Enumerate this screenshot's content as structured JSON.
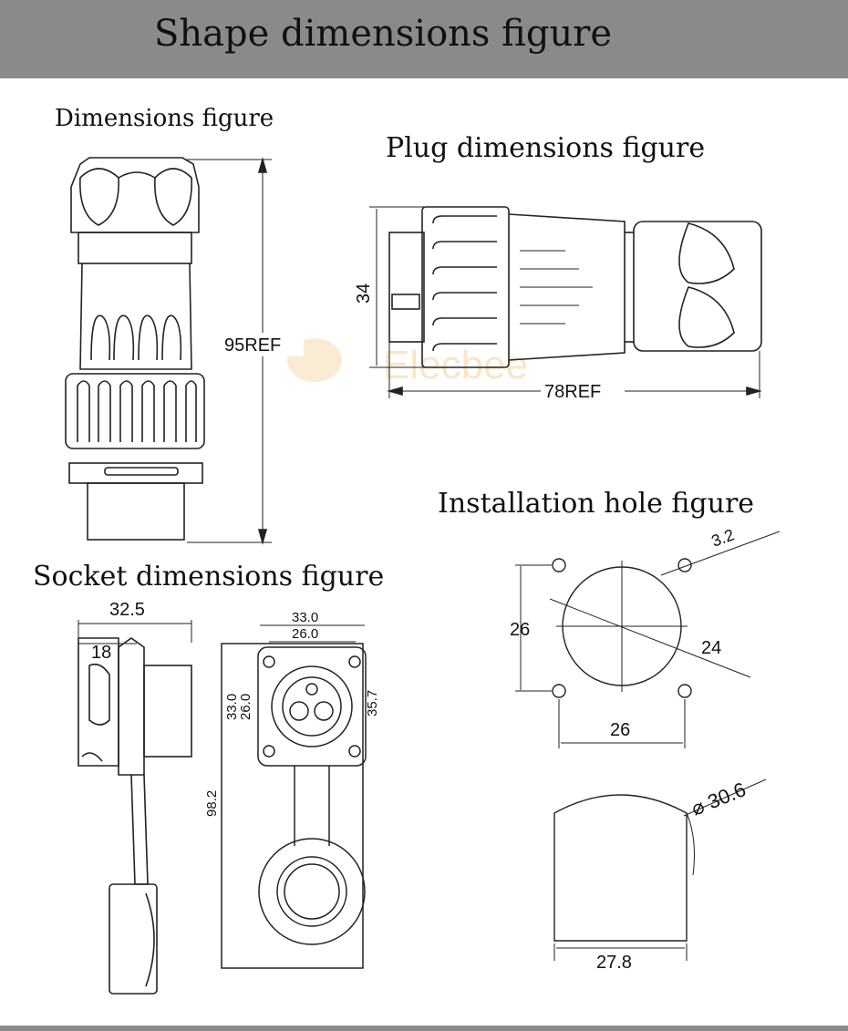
{
  "header": {
    "title": "Shape dimensions figure"
  },
  "sections": {
    "dimensions": "Dimensions figure",
    "plug": "Plug dimensions figure",
    "socket": "Socket dimensions figure",
    "installation": "Installation hole figure"
  },
  "dimensions_figure": {
    "height_label": "95REF"
  },
  "plug_figure": {
    "height_label": "34",
    "length_label": "78REF"
  },
  "socket_figure": {
    "width_label": "32.5",
    "flange_label": "18",
    "top_outer_label": "33.0",
    "top_inner_label": "26.0",
    "left_outer_label": "33.0",
    "left_inner_label": "26.0",
    "right_label": "35.7",
    "height_label": "98.2"
  },
  "installation_figure": {
    "hole_label": "3.2",
    "vertical_label": "26",
    "diameter_label": "24",
    "horizontal_label": "26",
    "cutout_diameter_label": "⌀ 30.6",
    "cutout_width_label": "27.8"
  },
  "watermark": "Elecbee",
  "colors": {
    "header_bg": "#8a8a8a",
    "line": "#222222",
    "watermark": "#f1c98a"
  }
}
